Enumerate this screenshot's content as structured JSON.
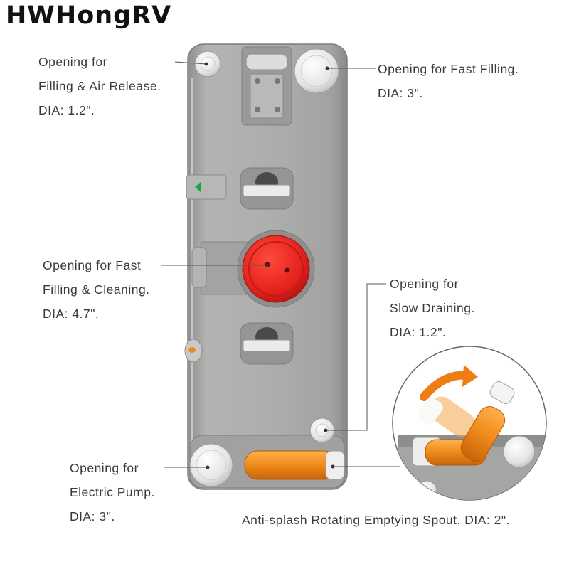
{
  "brand": "HWHongRV",
  "callouts": {
    "air_release": [
      "Opening for",
      "Filling & Air Release.",
      "DIA: 1.2\"."
    ],
    "fast_filling": [
      "Opening for Fast Filling.",
      "DIA: 3\"."
    ],
    "cleaning": [
      "Opening for Fast",
      "Filling & Cleaning.",
      "DIA: 4.7\"."
    ],
    "slow_drain": [
      "Opening for",
      "Slow Draining.",
      "DIA: 1.2\"."
    ],
    "pump": [
      "Opening for",
      "Electric Pump.",
      "DIA: 3\"."
    ],
    "spout": "Anti-splash Rotating Emptying Spout. DIA: 2\"."
  },
  "colors": {
    "tank_body": "#a8a9a7",
    "cap_white": "#e8e8e6",
    "cap_red": "#e0201c",
    "spout_orange": "#ef8a1a"
  },
  "icons": {
    "flow_arrow": "green-triangle",
    "rotate_arrow": "curved-orange-arrow"
  }
}
